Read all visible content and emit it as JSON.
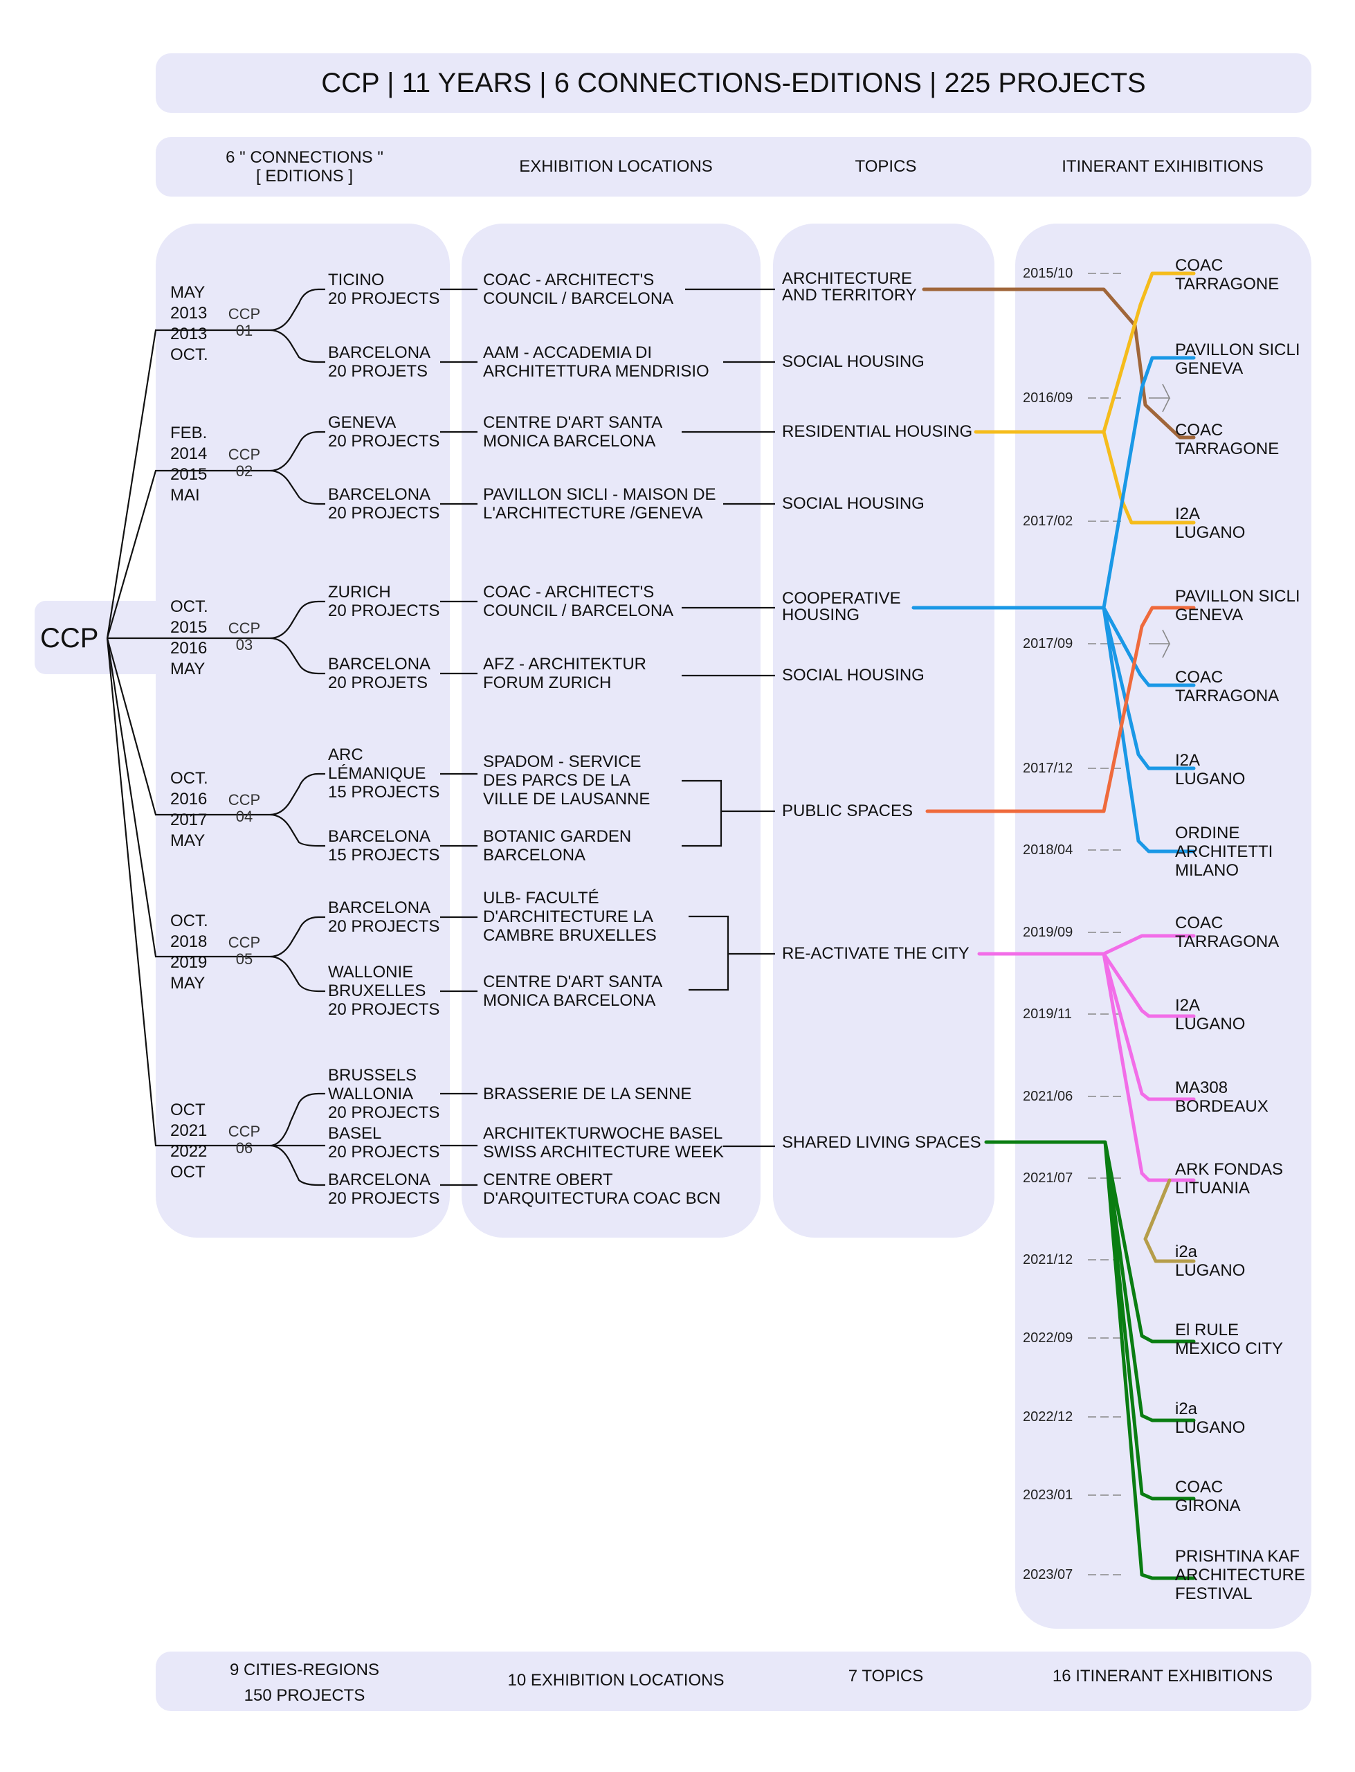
{
  "title": "CCP | 11 YEARS | 6 CONNECTIONS-EDITIONS | 225 PROJECTS",
  "headers": {
    "editions": "6  \" CONNECTIONS \"\n[ EDITIONS ]",
    "locations": "EXHIBITION LOCATIONS",
    "topics": "TOPICS",
    "itinerant": "ITINERANT EXIHIBITIONS"
  },
  "root_label": "CCP",
  "editions": [
    {
      "dates": "MAY\n2013\n2013\nOCT.",
      "label": "CCP\n01",
      "entries": [
        {
          "city": "TICINO\n20 PROJECTS",
          "location": "COAC - ARCHITECT'S\nCOUNCIL / BARCELONA"
        },
        {
          "city": "BARCELONA\n20 PROJETS",
          "location": "AAM - ACCADEMIA DI\nARCHITETTURA MENDRISIO"
        }
      ]
    },
    {
      "dates": "FEB.\n2014\n2015\nMAI",
      "label": "CCP\n02",
      "entries": [
        {
          "city": "GENEVA\n20 PROJECTS",
          "location": "CENTRE D'ART SANTA\nMONICA BARCELONA"
        },
        {
          "city": "BARCELONA\n20 PROJECTS",
          "location": "PAVILLON SICLI - MAISON DE\nL'ARCHITECTURE /GENEVA"
        }
      ]
    },
    {
      "dates": "OCT.\n2015\n2016\nMAY",
      "label": "CCP\n03",
      "entries": [
        {
          "city": "ZURICH\n20 PROJECTS",
          "location": "COAC - ARCHITECT'S\nCOUNCIL / BARCELONA"
        },
        {
          "city": "BARCELONA\n20 PROJETS",
          "location": "AFZ - ARCHITEKTUR\nFORUM ZURICH"
        }
      ]
    },
    {
      "dates": "OCT.\n2016\n2017\nMAY",
      "label": "CCP\n04",
      "entries": [
        {
          "city": "ARC\nLÉMANIQUE\n15 PROJECTS",
          "location": "SPADOM - SERVICE\nDES PARCS DE LA\nVILLE DE LAUSANNE"
        },
        {
          "city": "BARCELONA\n15 PROJECTS",
          "location": "BOTANIC GARDEN\nBARCELONA"
        }
      ]
    },
    {
      "dates": "OCT.\n2018\n2019\nMAY",
      "label": "CCP\n05",
      "entries": [
        {
          "city": "BARCELONA\n20 PROJECTS",
          "location": "ULB-  FACULTÉ\nD'ARCHITECTURE LA\nCAMBRE BRUXELLES"
        },
        {
          "city": "WALLONIE\nBRUXELLES\n20 PROJECTS",
          "location": "CENTRE D'ART SANTA\nMONICA BARCELONA"
        }
      ]
    },
    {
      "dates": "OCT\n2021\n2022\nOCT",
      "label": "CCP\n06",
      "entries": [
        {
          "city": "BRUSSELS\nWALLONIA\n20 PROJECTS",
          "location": "BRASSERIE DE LA SENNE"
        },
        {
          "city": "BASEL\n20 PROJECTS",
          "location": "ARCHITEKTURWOCHE BASEL\nSWISS ARCHITECTURE WEEK"
        },
        {
          "city": "BARCELONA\n20 PROJECTS",
          "location": "CENTRE OBERT\nD'ARQUITECTURA COAC BCN"
        }
      ]
    }
  ],
  "topics": [
    "ARCHITECTURE\nAND TERRITORY",
    "SOCIAL HOUSING",
    "RESIDENTIAL HOUSING",
    "SOCIAL HOUSING",
    "COOPERATIVE\nHOUSING",
    "SOCIAL HOUSING",
    "PUBLIC SPACES",
    "RE-ACTIVATE THE CITY",
    "SHARED LIVING SPACES"
  ],
  "timeline_dates": [
    "2015/10",
    "2016/09",
    "2017/02",
    "2017/09",
    "2017/12",
    "2018/04",
    "2019/09",
    "2019/11",
    "2021/06",
    "2021/07",
    "2021/12",
    "2022/09",
    "2022/12",
    "2023/01",
    "2023/07"
  ],
  "itinerant": [
    "COAC\nTARRAGONE",
    "PAVILLON SICLI\nGENEVA",
    "COAC\nTARRAGONE",
    "I2A\nLUGANO",
    "PAVILLON SICLI\nGENEVA",
    "COAC\nTARRAGONA",
    "I2A\nLUGANO",
    "ORDINE\nARCHITETTI\nMILANO",
    "COAC\nTARRAGONA",
    "I2A\nLUGANO",
    "MA308\nBORDEAUX",
    "ARK FONDAS\nLITUANIA",
    "i2a\nLUGANO",
    "El RULE\nMEXICO CITY",
    "i2a\nLUGANO",
    "COAC\nGIRONA",
    "PRISHTINA KAF\nARCHITECTURE\nFESTIVAL"
  ],
  "totals": {
    "cities": "9 CITIES-REGIONS\n150 PROJECTS",
    "locations": "10 EXHIBITION LOCATIONS",
    "topics": "7 TOPICS",
    "itinerant": "16 ITINERANT EXHIBITIONS"
  },
  "colors": {
    "panel": "#e8e8f9",
    "architecture_and_territory": "#a0663a",
    "residential_housing": "#f5bc1c",
    "cooperative_housing": "#1a98e6",
    "public_spaces": "#ef6a3c",
    "reactivate_the_city": "#f26de8",
    "shared_living_spaces": "#0a7d12",
    "ark_to_i2a": "#b59d4a"
  }
}
